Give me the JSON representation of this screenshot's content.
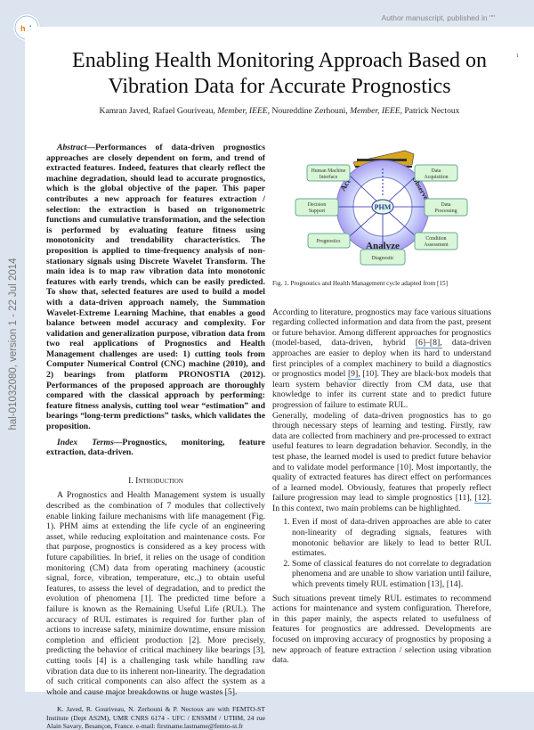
{
  "sidebar_stamp": "hal-01032080, version 1 - 22 Jul 2014",
  "header_note": "Author manuscript, published in \"\"",
  "page_number": "1",
  "logo_text": "HAL",
  "title_line1": "Enabling Health Monitoring Approach Based on",
  "title_line2": "Vibration Data for Accurate Prognostics",
  "authors": {
    "a1": "Kamran Javed, Rafael Gouriveau, ",
    "m1": "Member, IEEE,",
    "a2": " Noureddine Zerhouni, ",
    "m2": "Member, IEEE,",
    "a3": " Patrick Nectoux"
  },
  "abstract": {
    "label": "Abstract",
    "text": "—Performances of data-driven prognostics approaches are closely dependent on form, and trend of extracted features. Indeed, features that clearly reflect the machine degradation, should lead to accurate prognostics, which is the global objective of the paper. This paper contributes a new approach for features extraction / selection: the extraction is based on trigonometric functions and cumulative transformation, and the selection is performed by evaluating feature fitness using monotonicity and trendability characteristics. The proposition is applied to time-frequency analysis of non-stationary signals using Discrete Wavelet Transform. The main idea is to map raw vibration data into monotonic features with early trends, which can be easily predicted. To show that, selected features are used to build a model with a data-driven approach namely, the Summation Wavelet-Extreme Learning Machine, that enables a good balance between model accuracy and complexity. For validation and generalization purpose, vibration data from two real applications of Prognostics and Health Management challenges are used: 1) cutting tools from Computer Numerical Control (CNC) machine (2010), and 2) bearings from platform PRONOSTIA (2012). Performances of the proposed approach are thoroughly compared with the classical approach by performing: feature fitness analysis, cutting tool wear “estimation” and bearings “long-term predictions” tasks, which validates the proposition."
  },
  "index_terms": {
    "label": "Index Terms",
    "text": "—Prognostics, monitoring, feature extraction, data-driven."
  },
  "section_heading": "I. Introduction",
  "intro_paragraph": "A Prognostics and Health Management system is usually described as the combination of 7 modules that collectively enable linking failure mechanisms with life management (Fig. 1). PHM aims at extending the life cycle of an engineering asset, while reducing exploitation and maintenance costs. For that purpose, prognostics is considered as a key process with future capabilities. In brief, it relies on the usage of condition monitoring (CM) data from operating machinery (acoustic signal, force, vibration, temperature, etc.,) to obtain useful features, to assess the level of degradation, and to predict the evolution of phenomena [1]. The predicted time before a failure is known as the Remaining Useful Life (RUL). The accuracy of RUL estimates is required for further plan of actions to increase safety, minimize downtime, ensure mission completion and efficient production [2]. More precisely, predicting the behavior of critical machinery like bearings [3], cutting tools [4] is a challenging task while handling raw vibration data due to its inherent non-linearity. The degradation of such critical components can also affect the system as a whole and cause major breakdowns or huge wastes [5].",
  "footnote": "K. Javed, R. Gouriveau, N. Zerhouni & P. Nectoux are with FEMTO-ST Institute (Dept AS2M), UMR CNRS 6174 - UFC / ENSMM / UTBM, 24 rue Alain Savary, Besançon, France. e-mail: firstname.lastname@femto-st.fr",
  "figure": {
    "center": "PHM",
    "ring_labels": {
      "act": "Act",
      "observe": "Observe",
      "analyze": "Analyze"
    },
    "boxes": {
      "hmi1": "Human Machine",
      "hmi2": "Interface",
      "da1": "Data",
      "da2": "Acquisition",
      "ds1": "Decision",
      "ds2": "Support",
      "dp1": "Data",
      "dp2": "Processing",
      "prog": "Prognostics",
      "ca1": "Condition",
      "ca2": "Assessment",
      "diag": "Diagnostic"
    },
    "caption": "Fig. 1.    Prognostics and Health Management cycle adapted from [15]",
    "colors": {
      "box": "#d9f7d6",
      "ring": "#b9b6f2",
      "arrow": "#2a2aa0"
    }
  },
  "right_p1": {
    "t1": "According to literature, prognostics may face various situations regarding collected information and data from the past, present or future behavior. Among different approaches for prognostics (model-based, data-driven, hybrid ",
    "l1": "[6]–[8],",
    "t2": " data-driven approaches are easier to deploy when its hard to understand first principles of a complex machinery to build a diagnostics or prognostics model ",
    "l2": "[9],",
    "t3": " [10]. They are black-box models that learn system behavior directly from CM data, use that knowledge to infer its current state and to predict future progression of failure to estimate RUL."
  },
  "right_p2": {
    "t1": "Generally, modeling of data-driven prognostics has to go through necessary steps of learning and testing. Firstly, raw data are collected from machinery and pre-processed to extract useful features to learn degradation behavior. Secondly, in the test phase, the learned model is used to predict future behavior and to validate model performance [10]. Most importantly, the quality of extracted features has direct effect on performances of a learned model. Obviously, features that properly reflect failure progression may lead to simple prognostics [11], ",
    "l1": "[12].",
    "t2": " In this context, two main problems can be highlighted."
  },
  "problems": [
    "Even if most of data-driven approaches are able to cater non-linearity of degrading signals, features with monotonic behavior are likely to lead to better RUL estimates.",
    "Some of classical features do not correlate to degradation phenomena and are unable to show variation until failure, which prevents timely RUL estimation [13], [14]."
  ],
  "right_p3": "Such situations prevent timely RUL estimates to recommend actions for maintenance and system configuration. Therefore, in this paper mainly, the aspects related to usefulness of features for prognostics are addressed. Developments are focused on improving accuracy of prognostics by proposing a new approach of feature extraction / selection using vibration data."
}
